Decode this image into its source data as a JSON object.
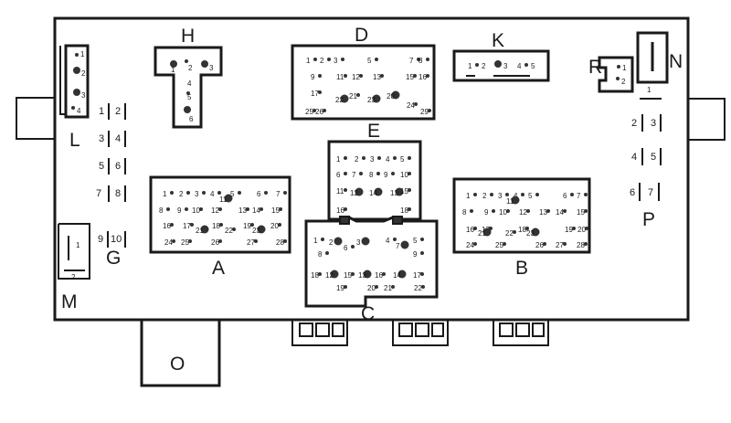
{
  "connectors": [
    {
      "id": "H",
      "label": "H",
      "pins": [
        "1",
        "2",
        "3",
        "4",
        "5",
        "6"
      ]
    },
    {
      "id": "D",
      "label": "D",
      "pins": [
        "1",
        "2",
        "3",
        "5",
        "7",
        "8",
        "9",
        "11",
        "12",
        "13",
        "15",
        "16",
        "17",
        "22",
        "21",
        "23",
        "20",
        "24",
        "25",
        "26",
        "29"
      ]
    },
    {
      "id": "K",
      "label": "K",
      "pins": [
        "1",
        "2",
        "3",
        "4",
        "5"
      ]
    },
    {
      "id": "R",
      "label": "R",
      "pins": [
        "1",
        "2"
      ]
    },
    {
      "id": "N",
      "label": "N",
      "pins": [
        "1"
      ]
    },
    {
      "id": "L",
      "label": "L",
      "pins": [
        "1",
        "2",
        "3",
        "4"
      ]
    },
    {
      "id": "E",
      "label": "E",
      "pins": [
        "1",
        "2",
        "3",
        "4",
        "5",
        "6",
        "7",
        "8",
        "9",
        "10",
        "11",
        "12",
        "14",
        "13",
        "15",
        "16",
        "18"
      ]
    },
    {
      "id": "A",
      "label": "A",
      "pins": [
        "1",
        "2",
        "3",
        "4",
        "5",
        "6",
        "7",
        "8",
        "9",
        "10",
        "11",
        "12",
        "13",
        "14",
        "15",
        "16",
        "17",
        "18",
        "19",
        "20",
        "21",
        "22",
        "23",
        "24",
        "25",
        "26",
        "27",
        "28"
      ]
    },
    {
      "id": "B",
      "label": "B",
      "pins": [
        "1",
        "2",
        "3",
        "4",
        "5",
        "6",
        "7",
        "8",
        "9",
        "10",
        "11",
        "12",
        "13",
        "14",
        "15",
        "16",
        "17",
        "18",
        "19",
        "20",
        "21",
        "22",
        "23",
        "24",
        "25",
        "26",
        "27",
        "28"
      ]
    },
    {
      "id": "C",
      "label": "C",
      "pins": [
        "1",
        "2",
        "3",
        "4",
        "5",
        "6",
        "7",
        "8",
        "9",
        "12",
        "13",
        "14",
        "15",
        "16",
        "17",
        "18",
        "19",
        "20",
        "21",
        "22"
      ]
    },
    {
      "id": "G",
      "label": "G",
      "pins": [
        "1",
        "2",
        "3",
        "4",
        "5",
        "6",
        "7",
        "8",
        "9",
        "10"
      ]
    },
    {
      "id": "M",
      "label": "M",
      "pins": [
        "1",
        "2"
      ]
    },
    {
      "id": "P",
      "label": "P",
      "pins": [
        "1",
        "2",
        "3",
        "4",
        "5",
        "6",
        "7"
      ]
    },
    {
      "id": "O",
      "label": "O",
      "pins": []
    }
  ]
}
